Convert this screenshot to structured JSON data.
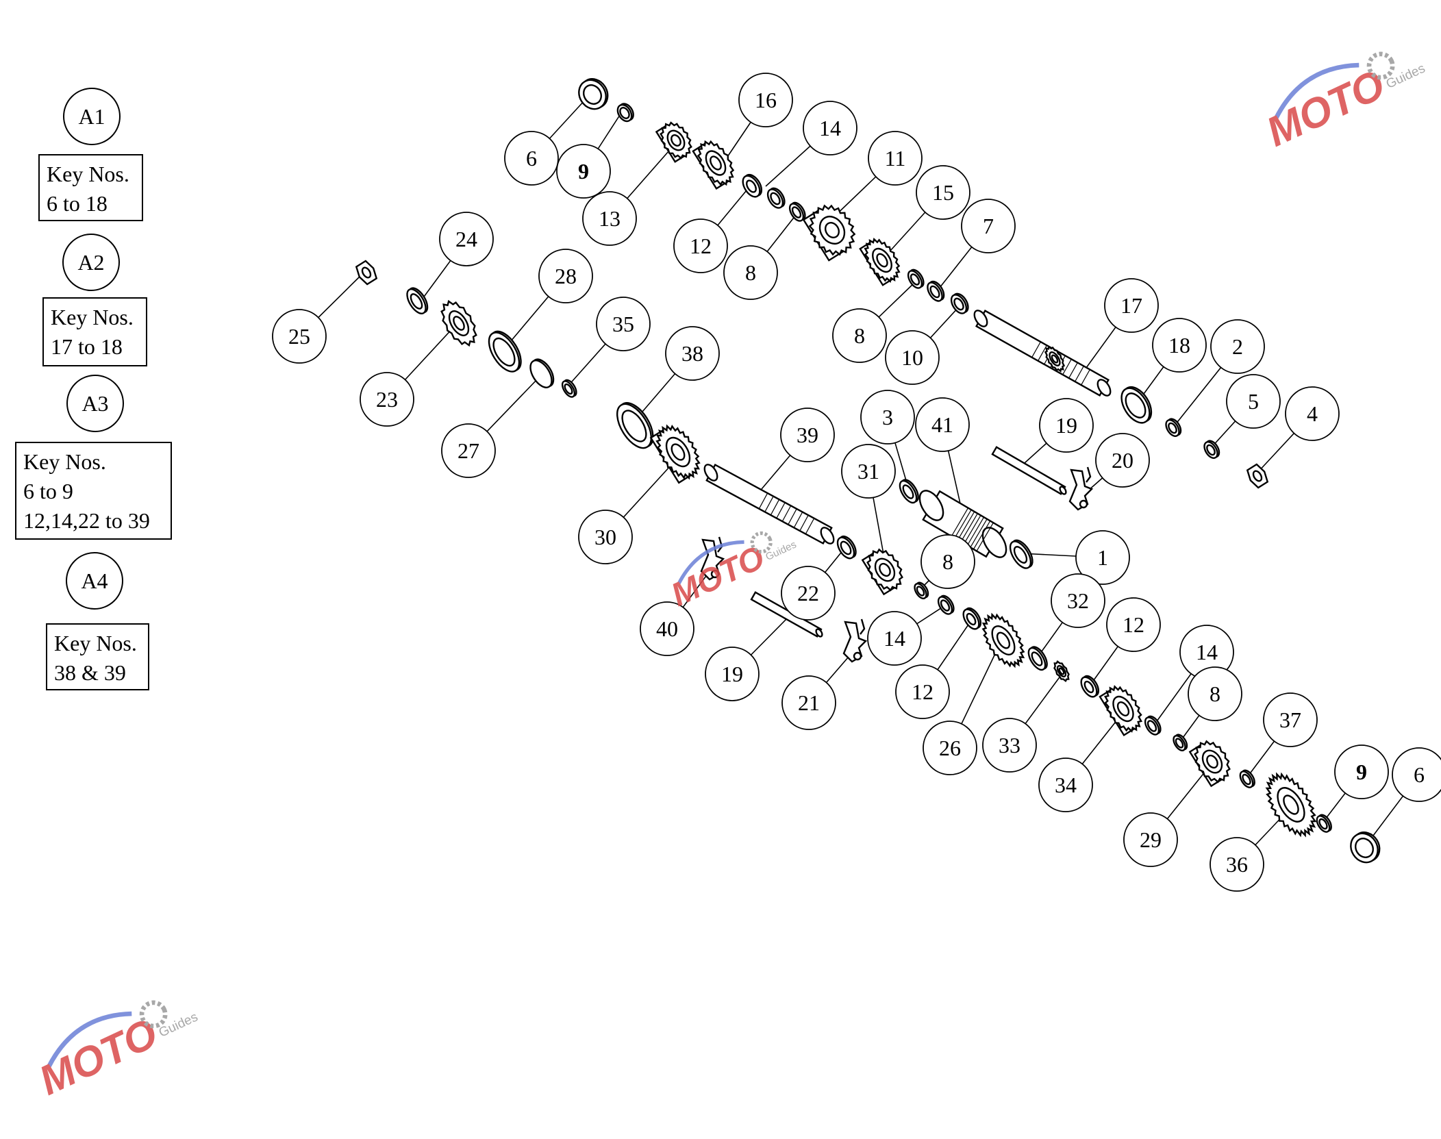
{
  "sections": [
    {
      "label": "A1",
      "key_lines": [
        "Key Nos.",
        "6 to 18"
      ]
    },
    {
      "label": "A2",
      "key_lines": [
        "Key Nos.",
        "17 to 18"
      ]
    },
    {
      "label": "A3",
      "key_lines": [
        "Key Nos.",
        "6 to 9",
        "12,14,22 to 39"
      ]
    },
    {
      "label": "A4",
      "key_lines": [
        "Key Nos.",
        "38 & 39"
      ]
    }
  ],
  "callouts": [
    "16",
    "14",
    "11",
    "15",
    "7",
    "6",
    "9",
    "13",
    "12",
    "8",
    "17",
    "18",
    "2",
    "8",
    "10",
    "5",
    "4",
    "24",
    "28",
    "35",
    "38",
    "25",
    "23",
    "27",
    "39",
    "3",
    "41",
    "19",
    "20",
    "31",
    "30",
    "1",
    "8",
    "22",
    "40",
    "14",
    "32",
    "12",
    "19",
    "21",
    "12",
    "14",
    "8",
    "37",
    "26",
    "33",
    "34",
    "9",
    "6",
    "29",
    "36"
  ],
  "watermark": {
    "brand": "MOTO",
    "sub": "Guides",
    "colors": {
      "red": "#d94a4a",
      "blue": "#6a7fd6",
      "grey": "#9a9a9a"
    }
  }
}
